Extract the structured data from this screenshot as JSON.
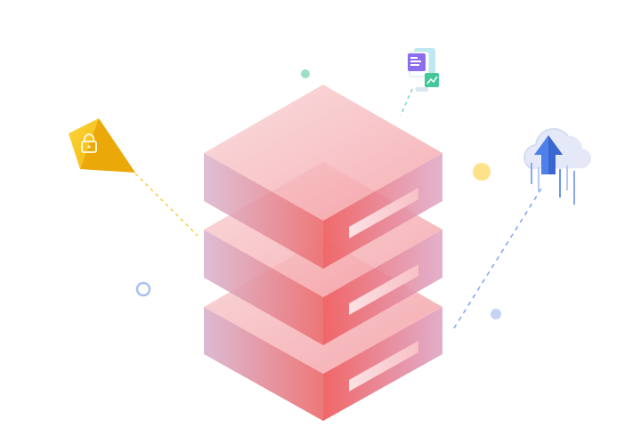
{
  "illustration": {
    "subject": "isometric-server-stack",
    "server_layer_count": 3,
    "icons": [
      {
        "name": "lock-icon",
        "container": "yellow-pyramid"
      },
      {
        "name": "document-chart-icon",
        "container": "card-stack"
      },
      {
        "name": "cloud-upload-icon",
        "container": "cloud"
      }
    ],
    "colors": {
      "server_red": "#ef5a5a",
      "server_pink": "#f6b8bf",
      "server_lilac": "#d9b4cf",
      "lock_yellow": "#f4c21b",
      "doc_purple": "#8c6df0",
      "doc_green": "#45c79a",
      "cloud_blue": "#4f7fe8",
      "cloud_fill": "#e5e9f7",
      "dot_green": "#9be0c4",
      "dot_yellow": "#fde28a",
      "dot_blue": "#c5d3f5"
    }
  }
}
